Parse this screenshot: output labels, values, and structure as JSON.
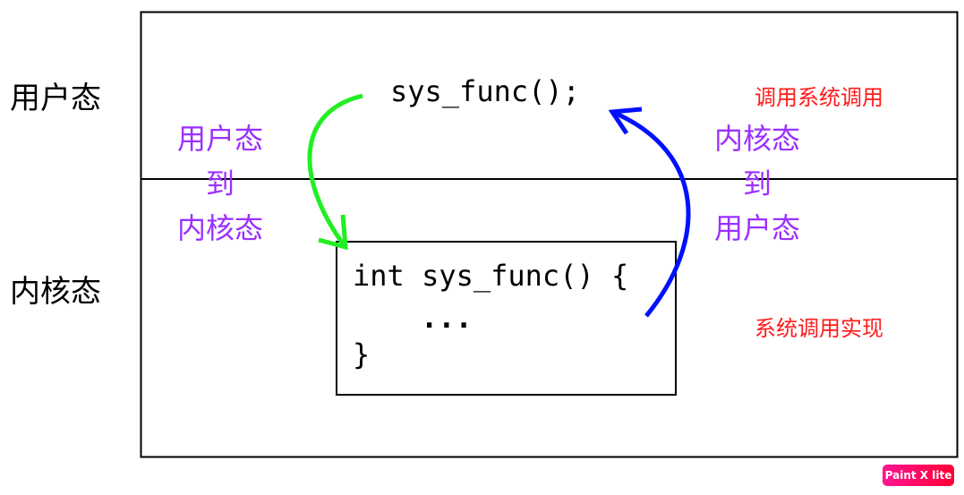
{
  "zones": {
    "user": "用户态",
    "kernel": "内核态"
  },
  "transitions": {
    "to_kernel": [
      "用户态",
      "到",
      "内核态"
    ],
    "to_user": [
      "内核态",
      "到",
      "用户态"
    ]
  },
  "annotations": {
    "call": "调用系统调用",
    "impl": "系统调用实现"
  },
  "code": {
    "call": "sys_func();",
    "def_line1": "int sys_func() {",
    "def_line2": "...",
    "def_line3": "}"
  },
  "badge": "Paint X lite",
  "colors": {
    "to_kernel_arrow": "#22ee22",
    "to_user_arrow": "#0010ff",
    "purple": "#9b30ff",
    "red": "#ff1a1a"
  }
}
